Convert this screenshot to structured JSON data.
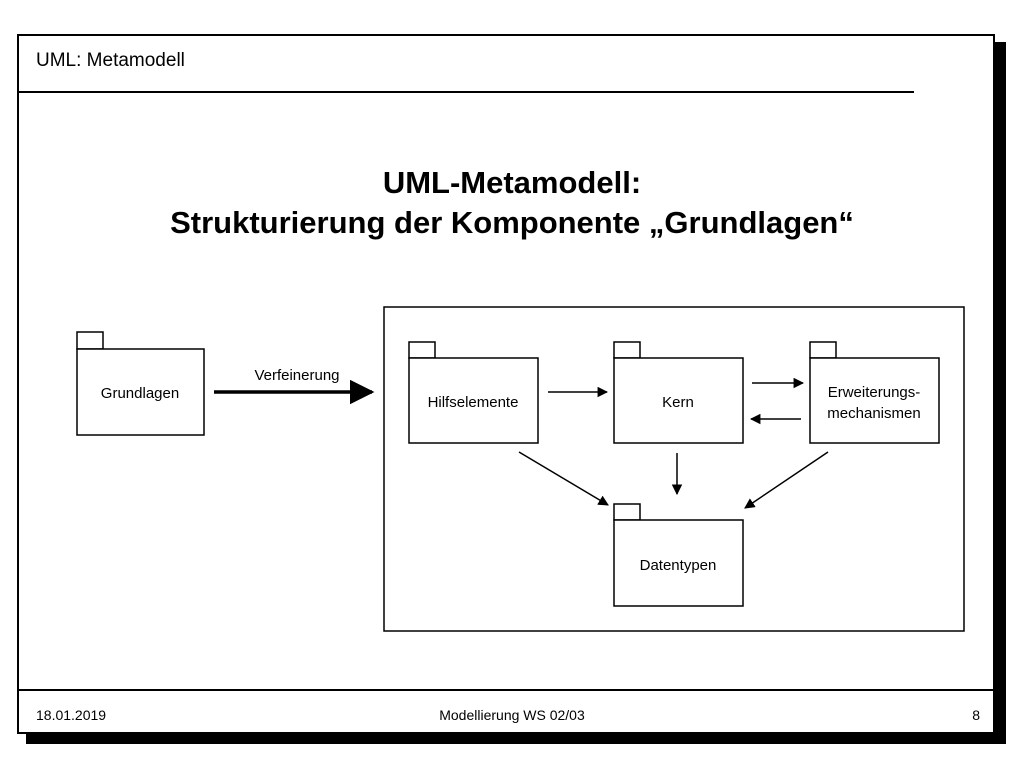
{
  "header": {
    "title": "UML: Metamodell"
  },
  "main": {
    "title_line1": "UML-Metamodell:",
    "title_line2": "Strukturierung der Komponente „Grundlagen“"
  },
  "diagram": {
    "outer_package": "Grundlagen",
    "refinement_label": "Verfeinerung",
    "packages": {
      "hilfselemente": "Hilfselemente",
      "kern": "Kern",
      "erweiterung_line1": "Erweiterungs-",
      "erweiterung_line2": "mechanismen",
      "datentypen": "Datentypen"
    }
  },
  "footer": {
    "date": "18.01.2019",
    "center": "Modellierung WS 02/03",
    "page": "8"
  }
}
